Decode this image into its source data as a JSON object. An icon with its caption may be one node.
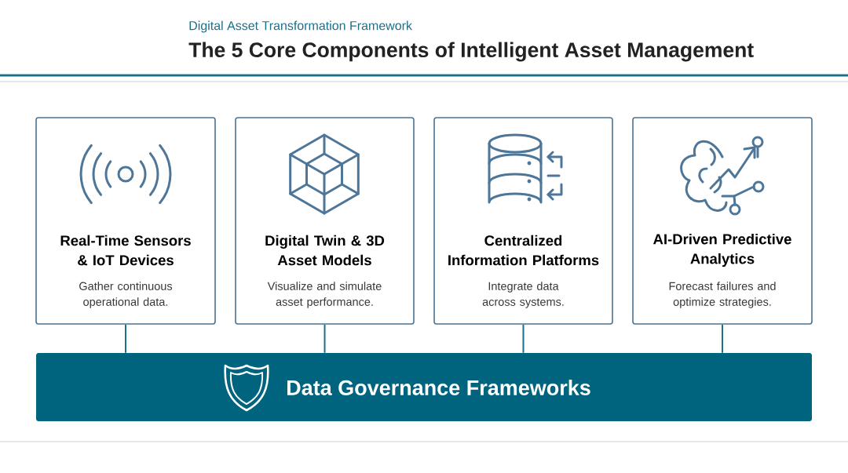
{
  "diagram": {
    "title": "The 5 Core Components of Intelligent Asset Management",
    "labels": [
      "Digital Asset Transformation Framework"
    ],
    "nodes": [
      {
        "text": [
          "Real-Time Sensors & IoT Devices",
          "Gather continuous operational data."
        ]
      },
      {
        "text": [
          "Digital Twin & 3D Asset Models",
          "Visualize and simulate asset performance."
        ]
      },
      {
        "text": [
          "Centralized Information Platforms",
          "Integrate data across systems."
        ]
      },
      {
        "text": [
          "AI-Driven Predictive Analytics",
          "Forecast failures and optimize strategies."
        ]
      },
      {
        "text": [
          "Data Governance Frameworks"
        ]
      }
    ],
    "edges": [
      {
        "from": 0,
        "to": 4,
        "arrow": "none"
      },
      {
        "from": 1,
        "to": 4,
        "arrow": "none"
      },
      {
        "from": 2,
        "to": 4,
        "arrow": "none"
      },
      {
        "from": 3,
        "to": 4,
        "arrow": "none"
      }
    ]
  }
}
